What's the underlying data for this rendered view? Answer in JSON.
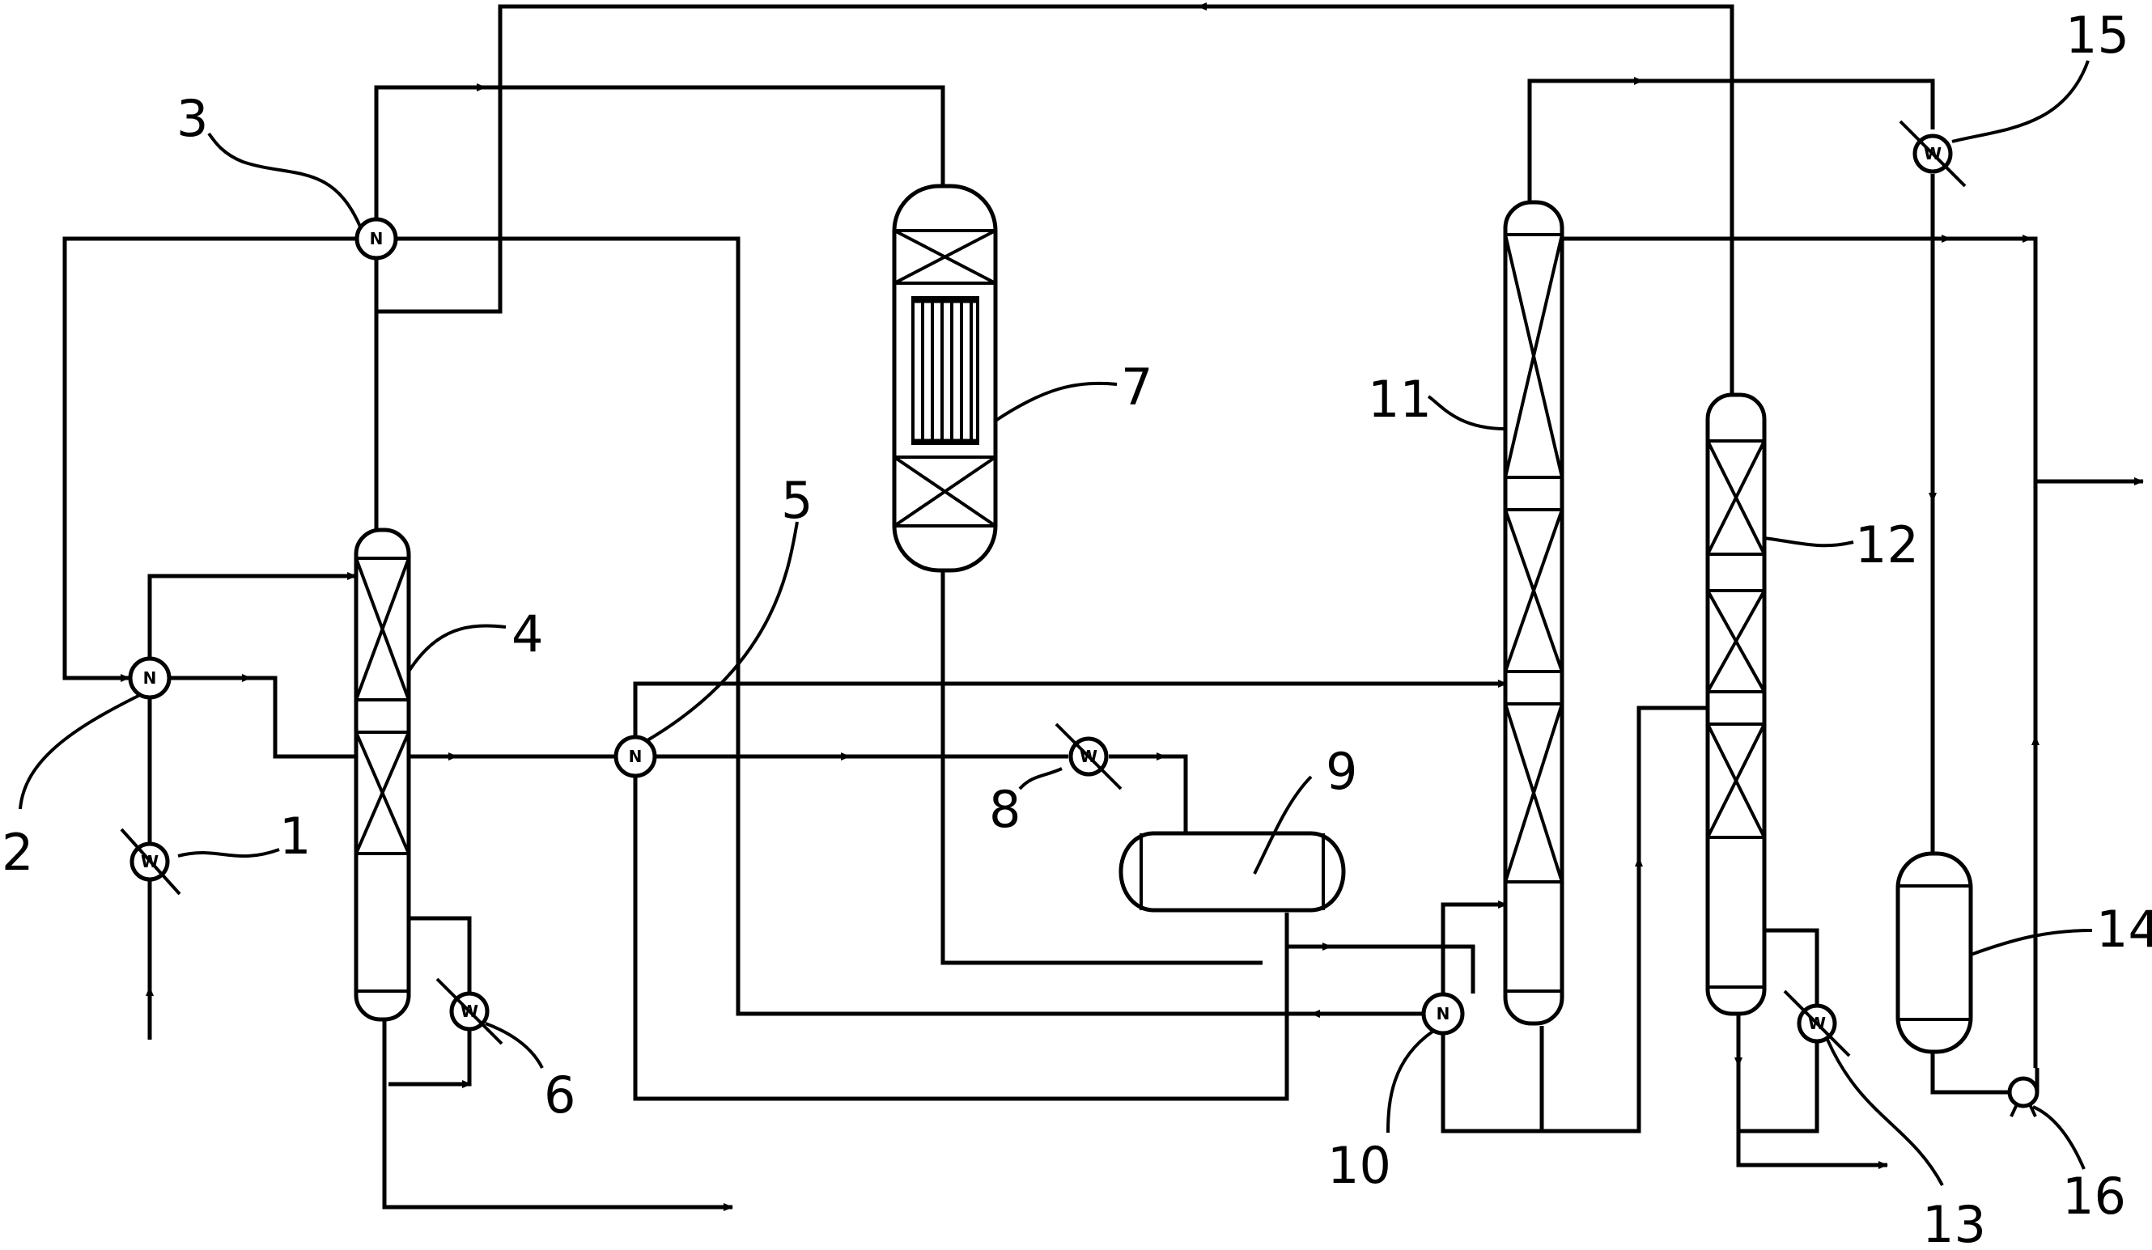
{
  "labels": {
    "l1": "1",
    "l2": "2",
    "l3": "3",
    "l4": "4",
    "l5": "5",
    "l6": "6",
    "l7": "7",
    "l8": "8",
    "l9": "9",
    "l10": "10",
    "l11": "11",
    "l12": "12",
    "l13": "13",
    "l14": "14",
    "l15": "15",
    "l16": "16"
  },
  "symbols": {
    "exchanger": "N",
    "cooler": "W"
  }
}
